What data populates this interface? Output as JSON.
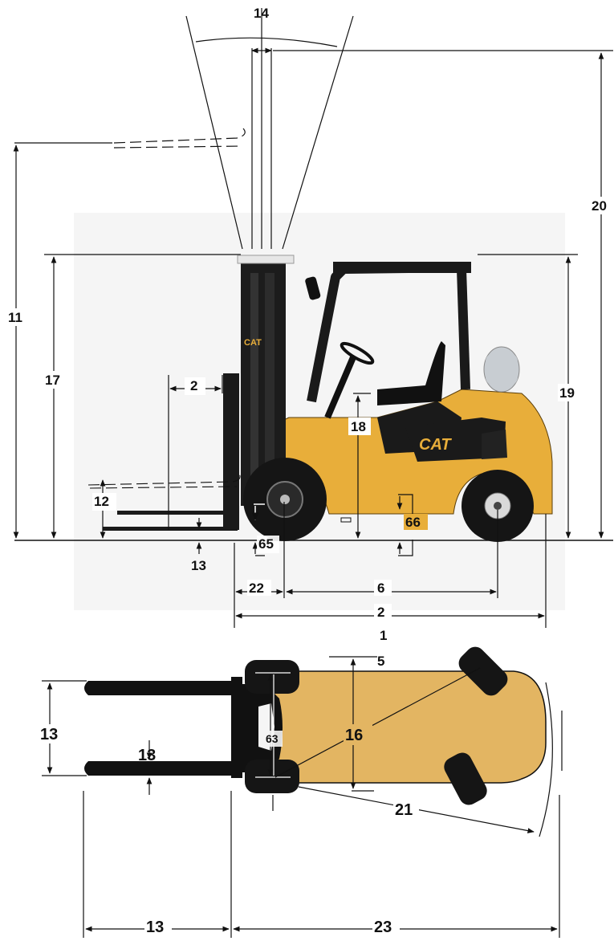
{
  "colors": {
    "body": "#E8AE3A",
    "body_top": "#E3B562",
    "frame": "#111111",
    "tire": "#151515",
    "rim": "#D9D9D9",
    "line": "#111111",
    "photo_bg": "#F4F4F4",
    "tank": "#C8CDD2"
  },
  "brand": "CAT",
  "side_view": {
    "labels": {
      "tilt": "14",
      "overall_height_extended": "20",
      "lift_height": "11",
      "mast_height_lowered": "17",
      "overhead_guard_height": "19",
      "seat_height": "18",
      "fork_length": "2",
      "free_lift": "12",
      "fork_thickness": "13",
      "ground_clearance_mast": "65",
      "ground_clearance_center": "66",
      "front_overhang": "22",
      "wheelbase": "6",
      "length_to_face": "2",
      "overall_length": "1"
    }
  },
  "top_view": {
    "labels": {
      "track_width": "5",
      "carriage_width": "13",
      "fork_width": "13",
      "overall_width": "16",
      "front_track": "63",
      "turning_radius": "21",
      "fork_length_bottom": "13",
      "aisle_width": "23"
    }
  }
}
